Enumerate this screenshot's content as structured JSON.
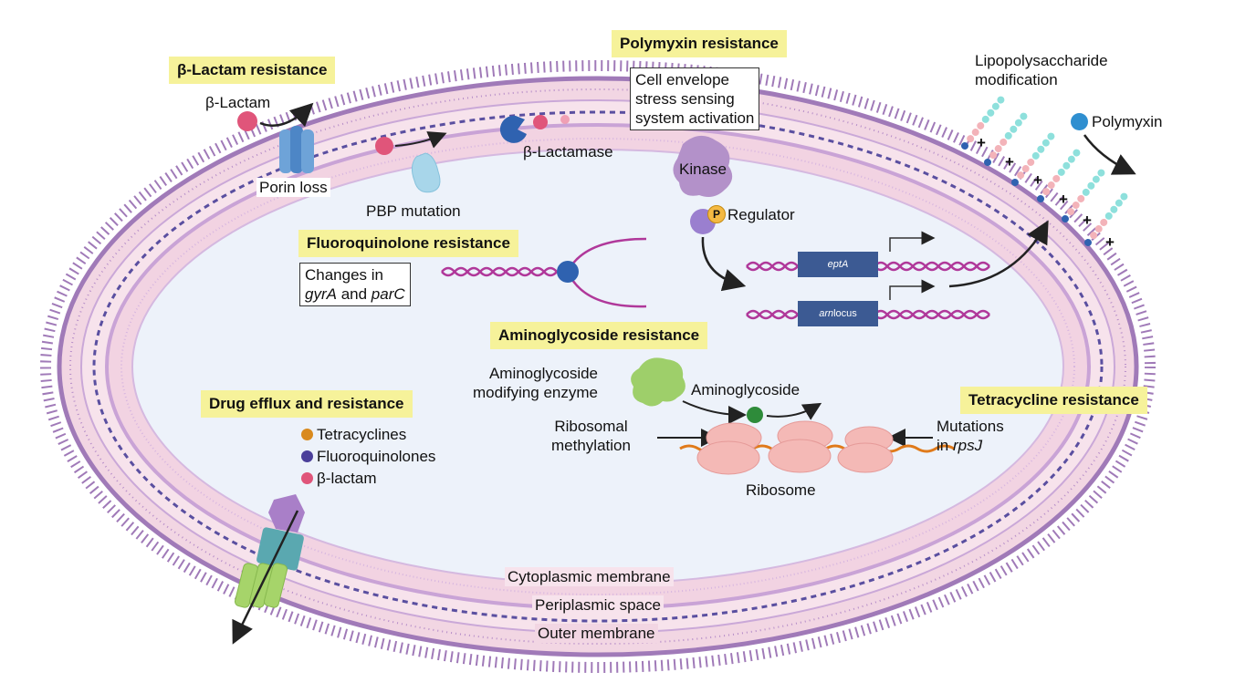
{
  "sections": {
    "beta_lactam": "β-Lactam resistance",
    "polymyxin": "Polymyxin resistance",
    "fluoroquinolone": "Fluoroquinolone resistance",
    "aminoglycoside": "Aminoglycoside resistance",
    "efflux": "Drug efflux and resistance",
    "tetracycline": "Tetracycline resistance"
  },
  "beta_lactam": {
    "drug": "β-Lactam",
    "porin": "Porin loss",
    "pbp": "PBP mutation",
    "lactamase": "β-Lactamase"
  },
  "polymyxin": {
    "stress_box": [
      "Cell envelope",
      "stress sensing",
      "system activation"
    ],
    "kinase": "Kinase",
    "phospho": "P",
    "regulator": "Regulator",
    "gene1": "eptA",
    "gene2_italic": "arn",
    "gene2_rest": " locus",
    "lps": [
      "Lipopolysaccharide",
      "modification"
    ],
    "drug": "Polymyxin",
    "charge": "+"
  },
  "fluoroquinolone": {
    "box_line1": "Changes in",
    "gene_a": "gyrA",
    "conj": " and ",
    "gene_b": "parC"
  },
  "aminoglycoside": {
    "enzyme": [
      "Aminoglycoside",
      "modifying enzyme"
    ],
    "drug": "Aminoglycoside",
    "methylation": [
      "Ribosomal",
      "methylation"
    ],
    "ribosome": "Ribosome"
  },
  "tetracycline": {
    "mut_line1": "Mutations",
    "mut_prefix": "in ",
    "mut_gene": "rpsJ"
  },
  "efflux": {
    "legend": [
      {
        "label": "Tetracyclines",
        "color": "#d98a1e"
      },
      {
        "label": "Fluoroquinolones",
        "color": "#4b3f9a"
      },
      {
        "label": "β-lactam",
        "color": "#e0557a"
      }
    ]
  },
  "layers": {
    "cytoplasmic": "Cytoplasmic membrane",
    "periplasmic": "Periplasmic space",
    "outer": "Outer membrane"
  },
  "colors": {
    "highlight": "#f6f29a",
    "membrane": "#a07ab8",
    "periplasm": "#f6dde6",
    "cytoplasm": "#edf2fa",
    "gene_box": "#3c5a93",
    "dna": "#b0389a",
    "beta_lactam_drug": "#e0557a",
    "polymyxin_drug": "#2f8fd0",
    "kinase": "#b391c9",
    "enzyme": "#9ecf6a",
    "ribosome": "#f4b9b6"
  }
}
